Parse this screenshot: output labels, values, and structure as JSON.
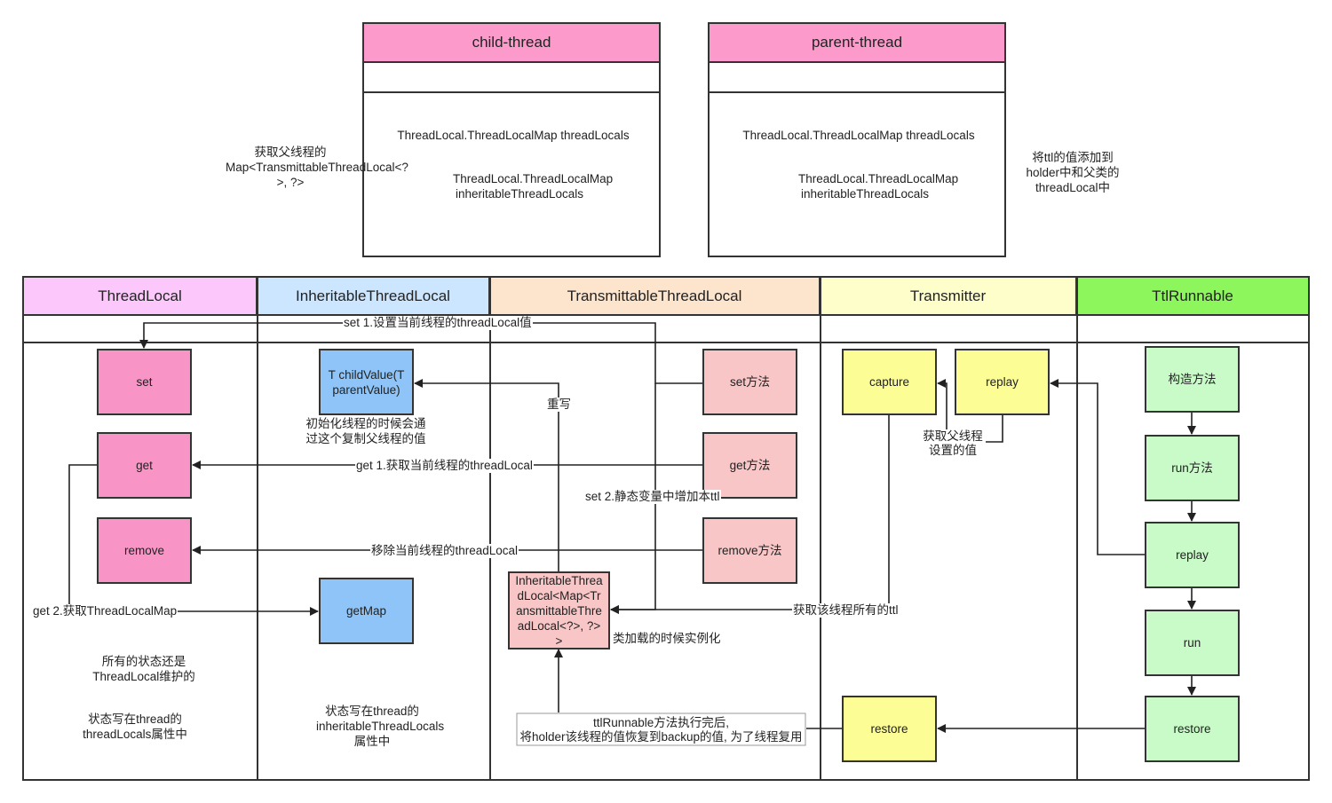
{
  "top": {
    "child_thread": {
      "title": "child-thread",
      "field1": "ThreadLocal.ThreadLocalMap threadLocals",
      "field2": "ThreadLocal.ThreadLocalMap inheritableThreadLocals"
    },
    "parent_thread": {
      "title": "parent-thread",
      "field1": "ThreadLocal.ThreadLocalMap threadLocals",
      "field2": "ThreadLocal.ThreadLocalMap inheritableThreadLocals"
    },
    "left_note": "获取父线程的 Map<TransmittableThreadLocal<?>, ?>",
    "right_note": "将ttl的值添加到 holder中和父类的 threadLocal中"
  },
  "lanes": {
    "threadlocal": "ThreadLocal",
    "inheritable": "InheritableThreadLocal",
    "transmittable": "TransmittableThreadLocal",
    "transmitter": "Transmitter",
    "ttlrunnable": "TtlRunnable"
  },
  "lane_colors": {
    "threadlocal": "#fcc8fc",
    "inheritable": "#cce6ff",
    "transmittable": "#fde4cc",
    "transmitter": "#fefecb",
    "ttlrunnable": "#8cf65c"
  },
  "nodes": {
    "tl_set": "set",
    "tl_get": "get",
    "tl_remove": "remove",
    "itl_childvalue": "T childValue(T parentValue)",
    "itl_getmap": "getMap",
    "ttl_set": "set方法",
    "ttl_get": "get方法",
    "ttl_remove": "remove方法",
    "ttl_holder": "InheritableThreadLocal<Map<TransmittableThreadLocal<?>, ?>>",
    "tm_capture": "capture",
    "tm_replay": "replay",
    "tm_restore": "restore",
    "tr_ctor": "构造方法",
    "tr_run_method": "run方法",
    "tr_replay": "replay",
    "tr_run": "run",
    "tr_restore": "restore"
  },
  "notes": {
    "itl_init": "初始化线程的时候会通过这个复制父线程的值",
    "itl_state": "状态写在thread的inheritableThreadLocals属性中",
    "tl_state1": "所有的状态还是ThreadLocal维护的",
    "tl_state2": "状态写在thread的threadLocals属性中",
    "holder_init": "类加载的时候实例化"
  },
  "edge_labels": {
    "set1": "set 1.设置当前线程的threadLocal值",
    "override": "重写",
    "get1": "get 1.获取当前线程的threadLocal",
    "set2": "set 2.静态变量中增加本ttl",
    "remove": "移除当前线程的threadLocal",
    "get2": "get 2.获取ThreadLocalMap",
    "capture_all": "获取该线程所有的ttl",
    "replay_parent": "获取父线程设置的值",
    "restore_line1": "ttlRunnable方法执行完后,",
    "restore_line2": "将holder该线程的值恢复到backup的值, 为了线程复用"
  }
}
